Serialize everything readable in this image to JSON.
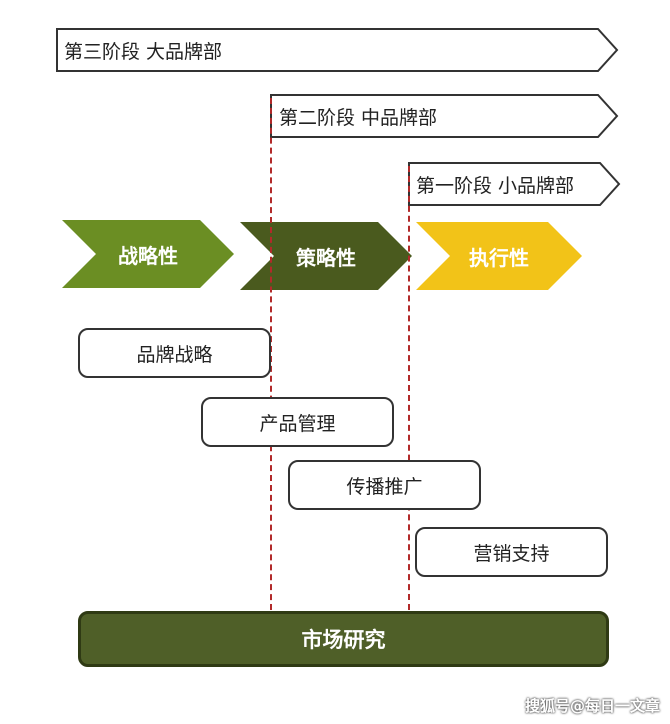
{
  "stages": [
    {
      "label": "第三阶段 大品牌部"
    },
    {
      "label": "第二阶段 中品牌部"
    },
    {
      "label": "第一阶段 小品牌部"
    }
  ],
  "levels": [
    {
      "label": "战略性",
      "color": "#6b8e23"
    },
    {
      "label": "策略性",
      "color": "#4a5a1e"
    },
    {
      "label": "执行性",
      "color": "#f2c318"
    }
  ],
  "tasks": [
    {
      "label": "品牌战略"
    },
    {
      "label": "产品管理"
    },
    {
      "label": "传播推广"
    },
    {
      "label": "营销支持"
    }
  ],
  "foundation": {
    "label": "市场研究"
  },
  "watermark": "搜狐号@每日一文章"
}
